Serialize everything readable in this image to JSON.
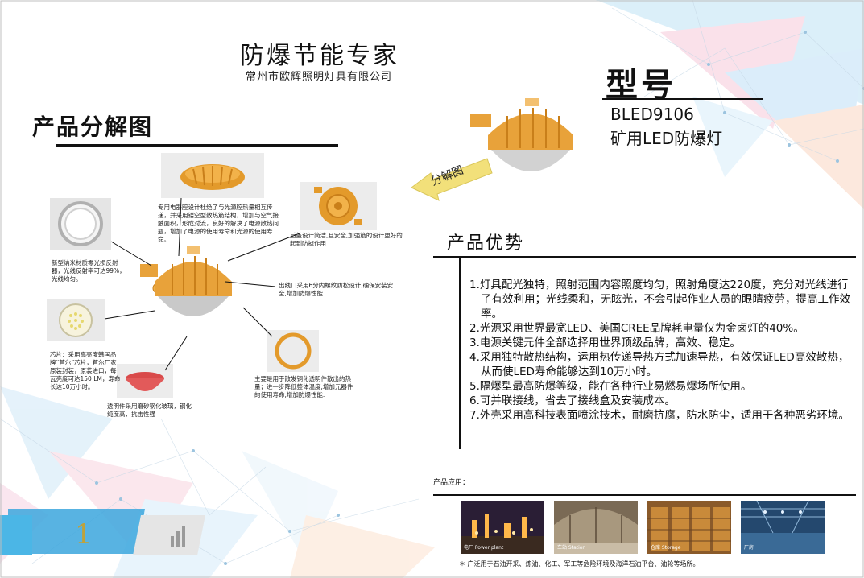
{
  "brand": {
    "title": "防爆节能专家",
    "company": "常州市欧辉照明灯具有限公司"
  },
  "exploded_view": {
    "title": "产品分解图",
    "arrow_label": "分解图",
    "callouts": {
      "housing": "专用电器腔设计杜绝了与光源腔热量相互传递，并采用镂空型散热筋结构，增加与空气接触面积，形成对流，良好的解决了电源散热问题，增加了电源的使用寿命和光源的使用寿命。",
      "back_cover": "后盖设计简洁,且安全,加强筋的设计更好的起到防掉作用",
      "reflector": "新型纳米材质零光损反射器，光线反射率可达99%，光线均匀。",
      "outlet": "出线口采用6分内螺纹防松设计,确保安装安全,增加防爆性能.",
      "chip": "芯片：采用高亮度韩国品牌“首尔”芯片，首尔厂家原装封装，原装进口，每瓦亮度可达150 LM，寿命长达10万小时。",
      "ring": "主要是用于散发铜化透明件散出的热量；进一步降低整体温度,增加元器件的使用寿命,增加防爆性能.",
      "glass": "透明件采用磨砂钢化玻璃，钢化纯度高，抗击性强"
    }
  },
  "model": {
    "label": "型号",
    "code": "BLED9106",
    "name": "矿用LED防爆灯"
  },
  "advantages": {
    "title": "产品优势",
    "items": [
      "1.灯具配光独特，照射范围内容照度均匀，照射角度达220度，充分对光线进行了有效利用；光线柔和，无眩光，不会引起作业人员的眼睛疲劳，提高工作效率。",
      "2.光源采用世界最宽LED、美国CREE品牌耗电量仅为金卤灯的40%。",
      "3.电源关键元件全部选择用世界顶级品牌，高效、稳定。",
      "4.采用独特散热结构，运用热传递导热方式加速导热，有效保证LED高效散热，从而使LED寿命能够达到10万小时。",
      "5.隔爆型最高防爆等级，能在各种行业易燃易爆场所使用。",
      "6.可并联接线，省去了接线盒及安装成本。",
      "7.外壳采用高科技表面喷涂技术，耐磨抗腐，防水防尘，适用于各种恶劣环境。"
    ]
  },
  "applications": {
    "label": "产品应用：",
    "images": [
      {
        "caption": "电厂 Power plant"
      },
      {
        "caption": "车站 Station"
      },
      {
        "caption": "仓库 Storage"
      },
      {
        "caption": "厂房"
      }
    ],
    "note": "＊ 广泛用于石油开采、炼油、化工、军工等危险环境及海洋石油平台、油轮等场所。"
  },
  "page": {
    "number": "1"
  },
  "colors": {
    "lamp_orange": "#e8a23a",
    "accent_blue": "#3ba6dd",
    "arrow_yellow": "#f2e07a"
  }
}
